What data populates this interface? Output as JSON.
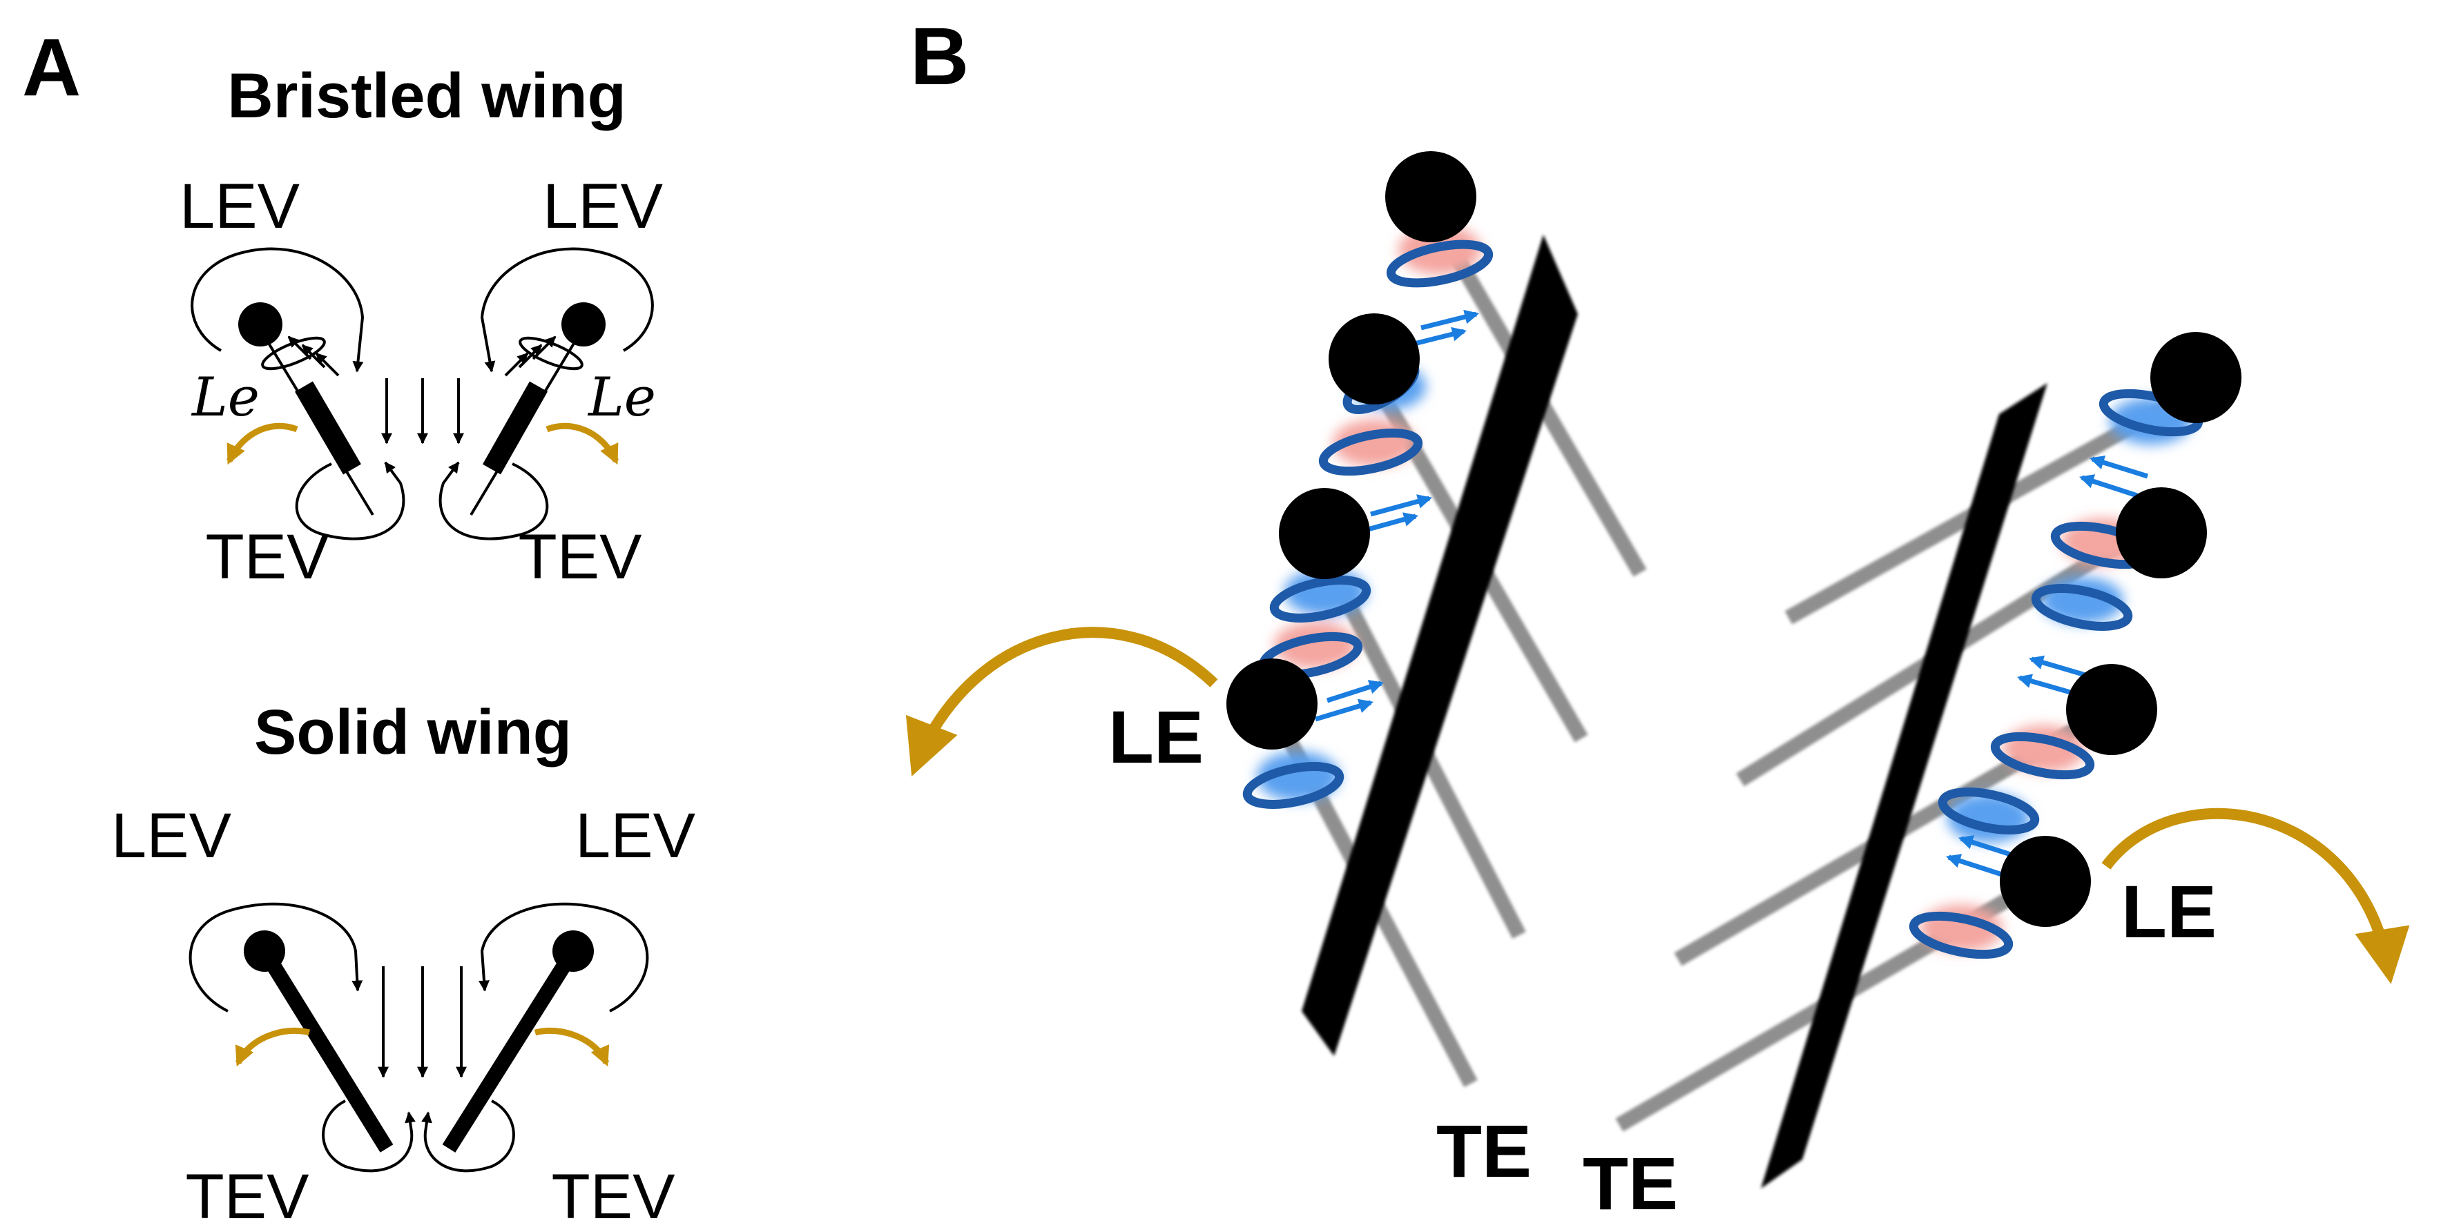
{
  "figure": {
    "panel_a": {
      "label": "A",
      "bristled": {
        "title": "Bristled wing",
        "lev_left": "LEV",
        "lev_right": "LEV",
        "le_left": "Le",
        "le_right": "Le",
        "tev_left": "TEV",
        "tev_right": "TEV"
      },
      "solid": {
        "title": "Solid wing",
        "lev_left": "LEV",
        "lev_right": "LEV",
        "tev_left": "TEV",
        "tev_right": "TEV"
      }
    },
    "panel_b": {
      "label": "B",
      "le_left": "LE",
      "le_right": "LE",
      "te_left": "TE",
      "te_right": "TE"
    }
  },
  "colors": {
    "ink": "#000000",
    "fling_arrow": "#c8930a",
    "bristle": "#8f8f8f",
    "vortex_ring": "#1e5aa8",
    "flow_arrow": "#1a7de0",
    "vortex_glow_blue": "#5aa0f0",
    "vortex_glow_red": "#f4a6a0"
  }
}
